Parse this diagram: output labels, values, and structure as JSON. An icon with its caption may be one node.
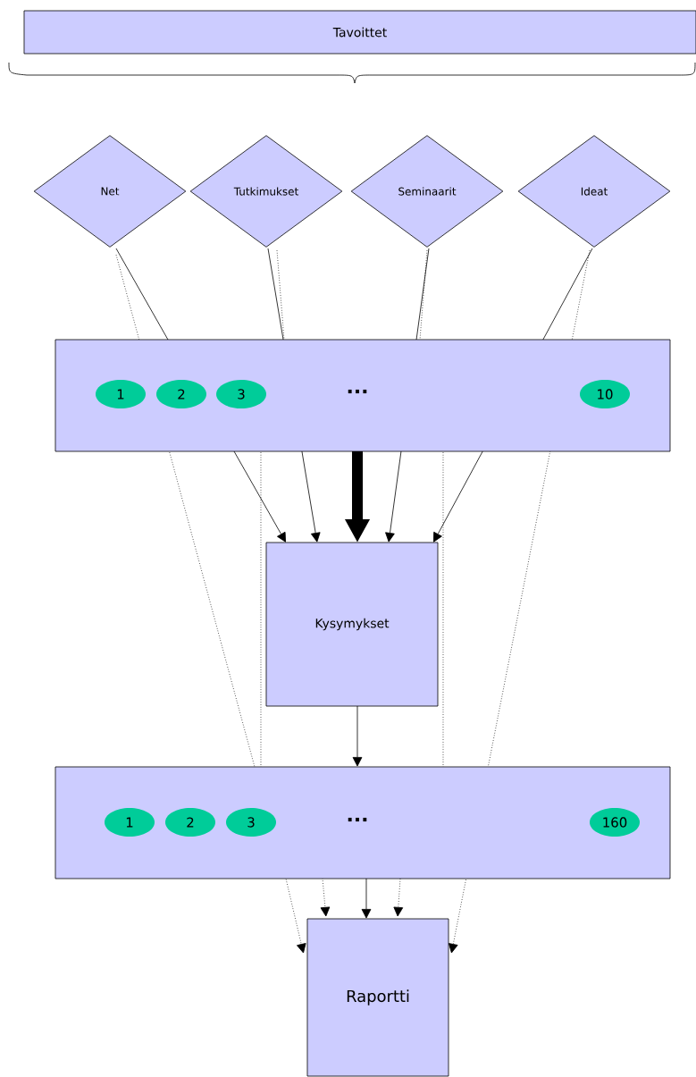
{
  "diagram": {
    "nodes": [
      {
        "text": [
          "Tavoittet"
        ]
      },
      {
        "text": [
          "Net"
        ]
      },
      {
        "text": [
          "Tutkimukset"
        ]
      },
      {
        "text": [
          "Seminaarit"
        ]
      },
      {
        "text": [
          "Ideat"
        ]
      },
      {
        "text": [],
        "shape": "box"
      },
      {
        "text": [
          "1"
        ],
        "in": 5
      },
      {
        "text": [
          "2"
        ],
        "in": 5
      },
      {
        "text": [
          "3"
        ],
        "in": 5
      },
      {
        "text": [
          "10"
        ],
        "in": 5
      },
      {
        "text": [
          "Kysymykset"
        ]
      },
      {
        "text": [],
        "shape": "box"
      },
      {
        "text": [
          "1"
        ],
        "in": 11
      },
      {
        "text": [
          "2"
        ],
        "in": 11
      },
      {
        "text": [
          "3"
        ],
        "in": 11
      },
      {
        "text": [
          "160"
        ],
        "in": 11
      },
      {
        "text": [
          "Raportti"
        ]
      }
    ],
    "edges": [
      {
        "from": 1,
        "to": 10,
        "arrow": "to"
      },
      {
        "from": 2,
        "to": 10,
        "arrow": "to"
      },
      {
        "from": 3,
        "to": 10,
        "arrow": "to"
      },
      {
        "from": 4,
        "to": 10,
        "arrow": "to"
      },
      {
        "from": 5,
        "to": 10,
        "arrow": "to",
        "style": "thick"
      },
      {
        "from": 10,
        "to": 11,
        "arrow": "to"
      },
      {
        "from": 11,
        "to": 16,
        "arrow": "to"
      },
      {
        "from": 1,
        "to": 16,
        "arrow": "to",
        "style": "dashed"
      },
      {
        "from": 2,
        "to": 16,
        "arrow": "to",
        "style": "dashed"
      },
      {
        "from": 3,
        "to": 16,
        "arrow": "to",
        "style": "dashed"
      },
      {
        "from": 4,
        "to": 16,
        "arrow": "to",
        "style": "dashed"
      }
    ],
    "labels": [
      "...",
      "..."
    ]
  }
}
